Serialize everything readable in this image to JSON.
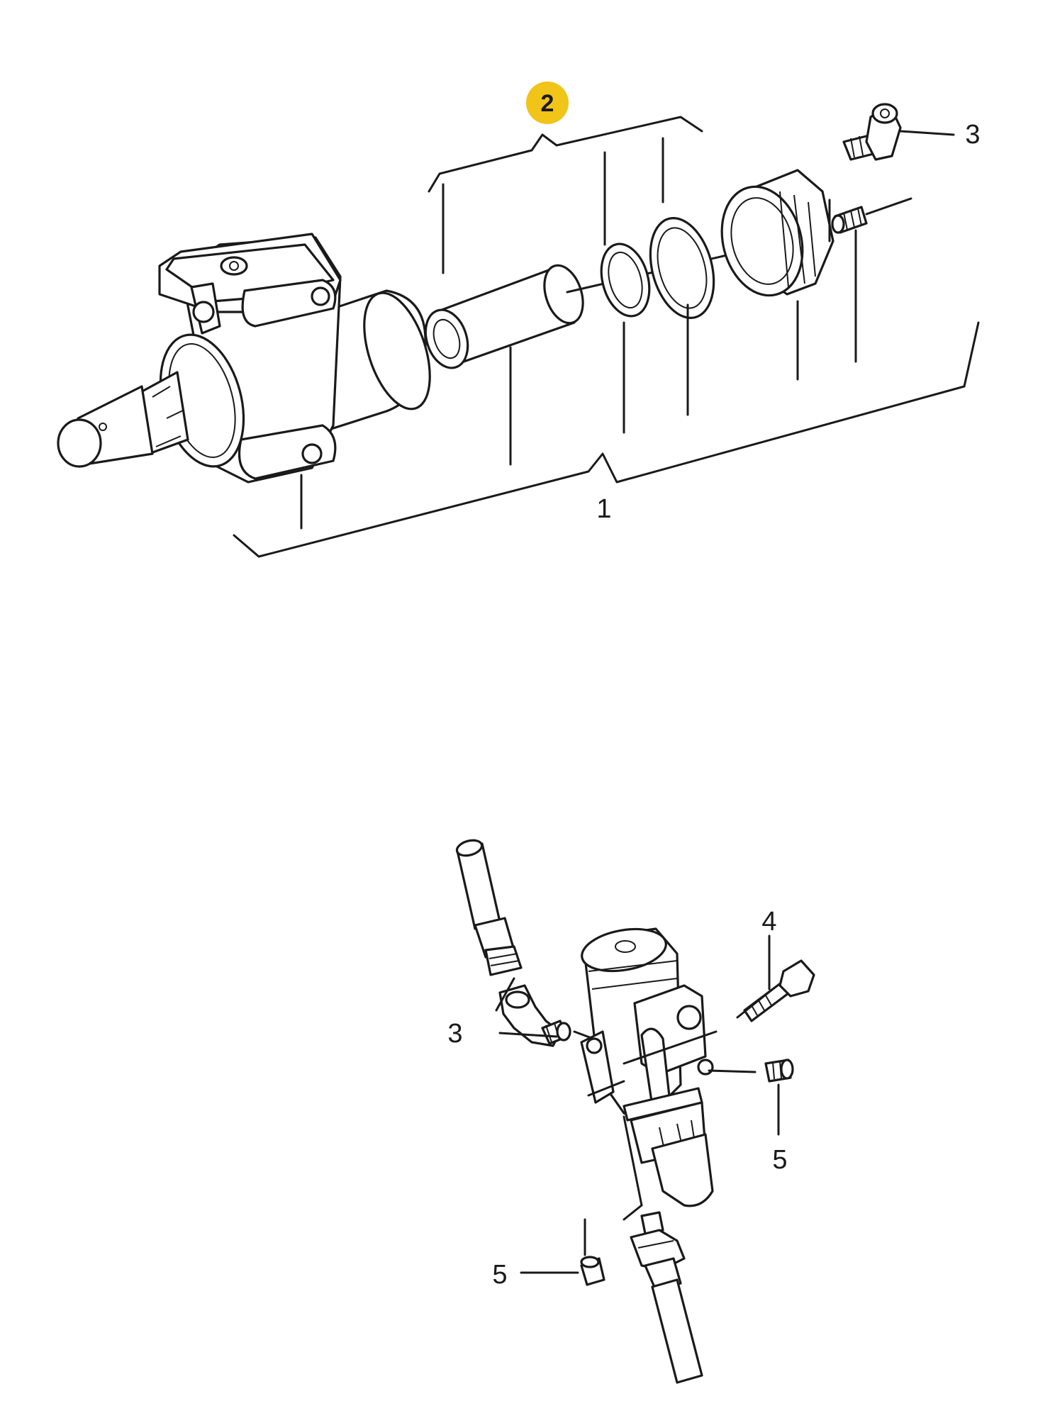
{
  "top_assembly": {
    "callouts": {
      "c1": "1",
      "c2": "2",
      "c3": "3"
    }
  },
  "bottom_assembly": {
    "callouts": {
      "c3": "3",
      "c4": "4",
      "c5a": "5",
      "c5b": "5"
    }
  },
  "colors": {
    "highlight_badge": "#f0c419",
    "line": "#1a1a1a",
    "background": "#ffffff"
  }
}
